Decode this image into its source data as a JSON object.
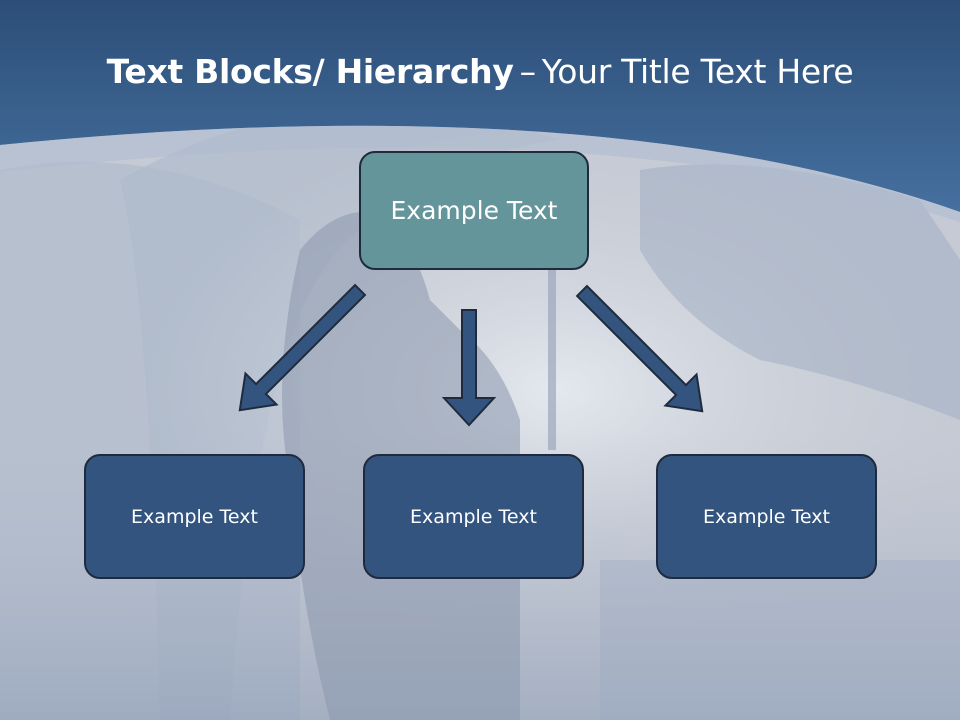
{
  "slide": {
    "title_bold": "Text Blocks/ Hierarchy",
    "title_dash": "–",
    "title_rest": "Your Title Text Here"
  },
  "diagram": {
    "root": {
      "label": "Example Text"
    },
    "children": [
      {
        "label": "Example Text"
      },
      {
        "label": "Example Text"
      },
      {
        "label": "Example Text"
      }
    ]
  },
  "colors": {
    "header_blue": "#3f6797",
    "root_fill": "#64959a",
    "child_fill": "#33547f",
    "arrow_fill": "#33547f",
    "outline": "#1f2b3d"
  }
}
